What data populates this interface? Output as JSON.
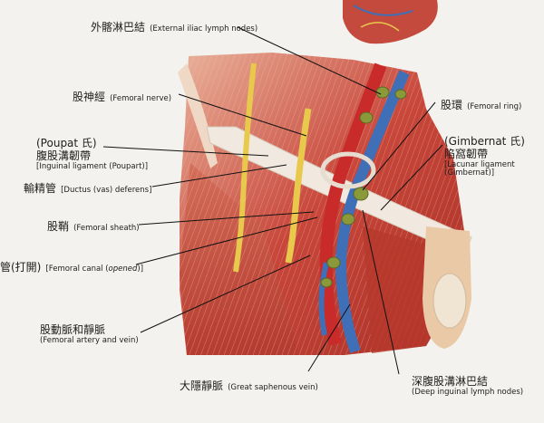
{
  "labels": {
    "external_iliac": {
      "zh": "外髂淋巴結",
      "en": "(External iliac lymph nodes)"
    },
    "femoral_nerve": {
      "zh": "股神經",
      "en": "(Femoral nerve)"
    },
    "femoral_ring": {
      "zh": "股環",
      "en": "(Femoral ring)"
    },
    "poupart": {
      "zh1": "(Poupat 氏)",
      "zh2": "腹股溝韌帶",
      "en": "[Inguinal ligament (Poupart)]"
    },
    "gimbernat": {
      "zh1": "(Gimbernat 氏)",
      "zh2": "陷窩韌帶",
      "en1": "[Lacunar ligament",
      "en2": "(Gimbernat)]"
    },
    "ductus": {
      "zh": "輸精管",
      "en": "[Ductus (vas) deferens]"
    },
    "femoral_sheath": {
      "zh": "股鞘",
      "en": "(Femoral sheath)"
    },
    "femoral_canal": {
      "zh": "管(打開)",
      "en_a": "[Femoral canal (",
      "en_b": "opened",
      "en_c": ")]"
    },
    "femoral_artery_vein": {
      "zh": "股動脈和靜脈",
      "en": "(Femoral artery and vein)"
    },
    "great_saphenous": {
      "zh": "大隱靜脈",
      "en": "(Great saphenous vein)"
    },
    "deep_inguinal": {
      "zh": "深腹股溝淋巴結",
      "en": "(Deep inguinal lymph nodes)"
    }
  },
  "colors": {
    "background": "#f3f2ee",
    "muscle": "#c8463a",
    "muscle_light": "#e2a08a",
    "ligament": "#f1e9df",
    "artery": "#c92a2a",
    "vein": "#3f6fb6",
    "nerve": "#e8c94c",
    "lymph_node": "#8a9a3a"
  }
}
